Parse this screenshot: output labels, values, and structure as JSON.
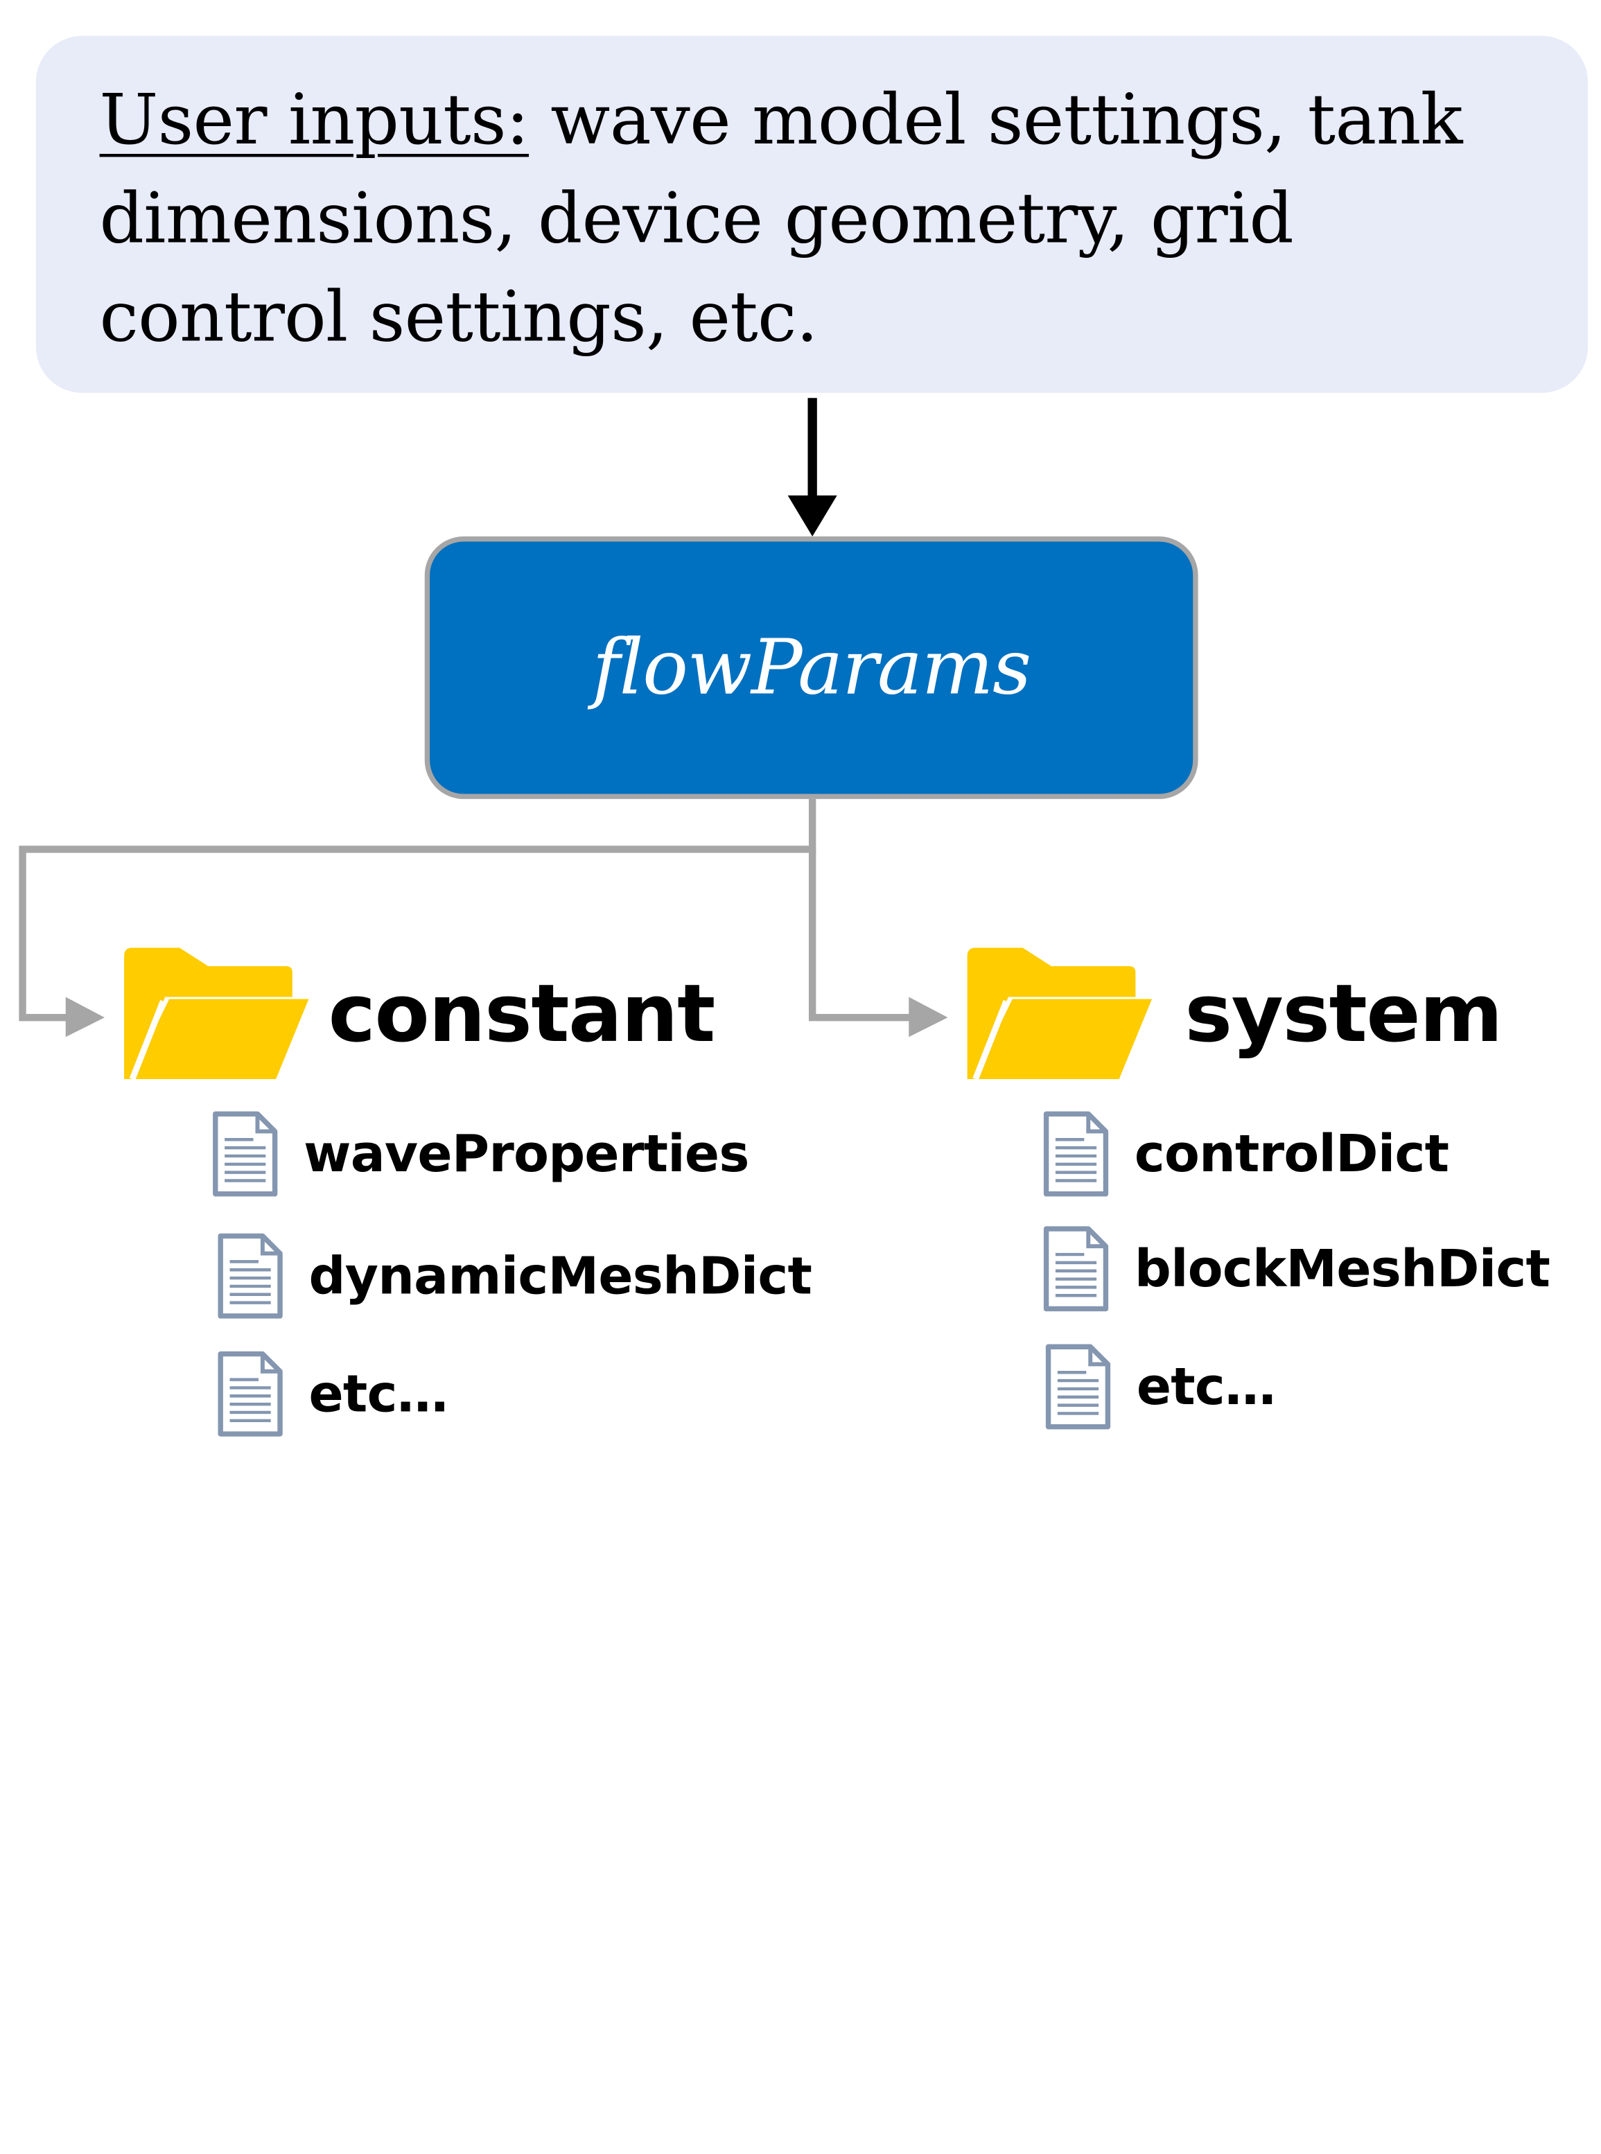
{
  "user_inputs": {
    "heading": "User inputs:",
    "line1_rest": " wave model settings, tank",
    "line2": "dimensions,  device geometry,  grid",
    "line3": "control settings, etc."
  },
  "center_node": {
    "label": "flowParams",
    "fill_color": "#0070c0"
  },
  "folders": [
    {
      "label": "constant",
      "icon": "folder-icon",
      "files": [
        "waveProperties",
        "dynamicMeshDict",
        "etc…"
      ]
    },
    {
      "label": "system",
      "icon": "folder-icon",
      "files": [
        "controlDict",
        "blockMeshDict",
        "etc…"
      ]
    }
  ],
  "colors": {
    "input_box": "#e8ebf8",
    "connector": "#a6a6a6",
    "folder": "#ffcc00",
    "doc_icon": "#8496b0"
  }
}
